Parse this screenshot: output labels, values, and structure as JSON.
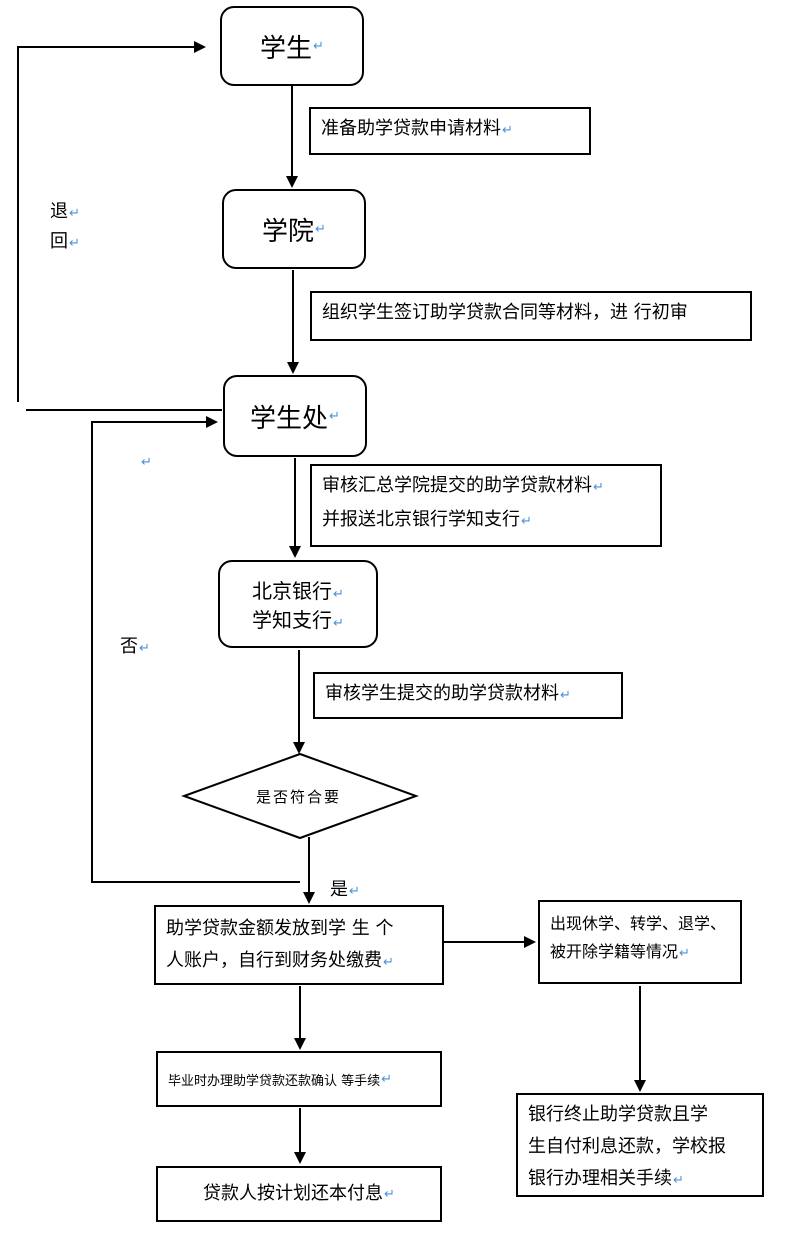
{
  "nodes": {
    "student": "学生",
    "college": "学院",
    "student_office": "学生处",
    "bank_line1": "北京银行",
    "bank_line2": "学知支行",
    "decision": "是否符合要",
    "disburse_line1": "助学贷款金额发放到学 生 个",
    "disburse_line2": "人账户，自行到财务处缴费",
    "graduation": "毕业时办理助学贷款还款确认 等手续",
    "repay": "贷款人按计划还本付息",
    "exception_line1": "出现休学、转学、退学、",
    "exception_line2": "被开除学籍等情况",
    "bank_stop_line1": "银行终止助学贷款且学",
    "bank_stop_line2": "生自付利息还款，学校报",
    "bank_stop_line3": "银行办理相关手续"
  },
  "steps": {
    "prepare": "准备助学贷款申请材料",
    "organize": "组织学生签订助学贷款合同等材料，进 行初审",
    "review_line1": "审核汇总学院提交的助学贷款材料",
    "review_line2": "并报送北京银行学知支行",
    "bank_review": "审核学生提交的助学贷款材料"
  },
  "labels": {
    "return_1": "退",
    "return_2": "回",
    "no": "否",
    "yes": "是"
  },
  "return_mark": "↵"
}
